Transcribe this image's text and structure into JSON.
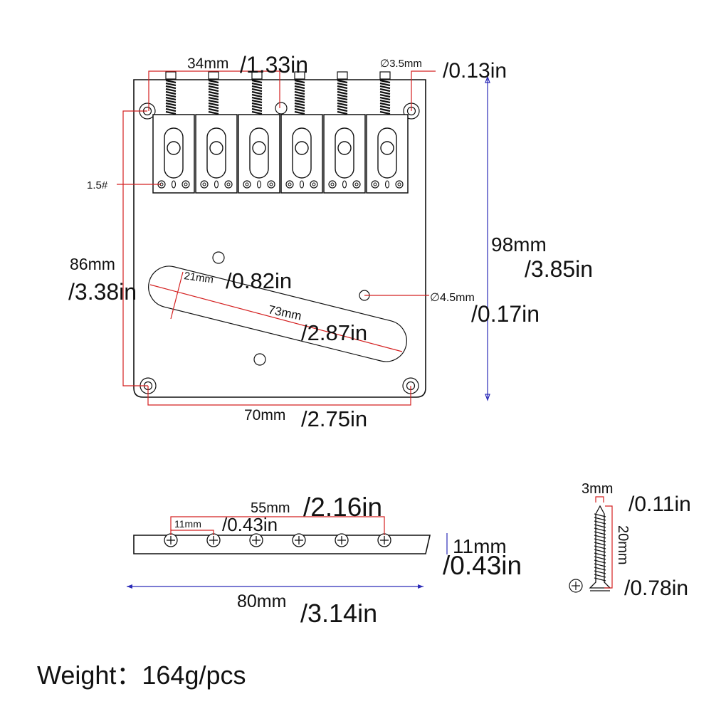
{
  "colors": {
    "outline": "#111111",
    "dimension_red": "#d42020",
    "dimension_blue": "#2b2bb8",
    "background": "#ffffff"
  },
  "top_view": {
    "hole_spacing": {
      "mm": "34mm",
      "in": "/1.33in"
    },
    "screw_hole": {
      "mm": "∅3.5mm",
      "in": "/0.13in"
    },
    "saddle_screw": {
      "label": "1.5#"
    },
    "mount_span_vertical": {
      "mm": "86mm",
      "in": "/3.38in"
    },
    "plate_length": {
      "mm": "98mm",
      "in": "/3.85in"
    },
    "pickup_width": {
      "mm": "21mm",
      "in": "/0.82in"
    },
    "pickup_length": {
      "mm": "73mm",
      "in": "/2.87in"
    },
    "pickup_hole": {
      "mm": "∅4.5mm",
      "in": "/0.17in"
    },
    "mount_span_horizontal": {
      "mm": "70mm",
      "in": "/2.75in"
    }
  },
  "side_view": {
    "screw_span": {
      "mm": "55mm",
      "in": "/2.16in"
    },
    "screw_pitch": {
      "mm": "11mm",
      "in": "/0.43in"
    },
    "height": {
      "mm": "11mm",
      "in": "/0.43in"
    },
    "length": {
      "mm": "80mm",
      "in": "/3.14in"
    }
  },
  "screw": {
    "diameter": {
      "mm": "3mm",
      "in": "/0.11in"
    },
    "length": {
      "mm": "20mm",
      "in": "/0.78in"
    }
  },
  "weight": "Weight：164g/pcs"
}
